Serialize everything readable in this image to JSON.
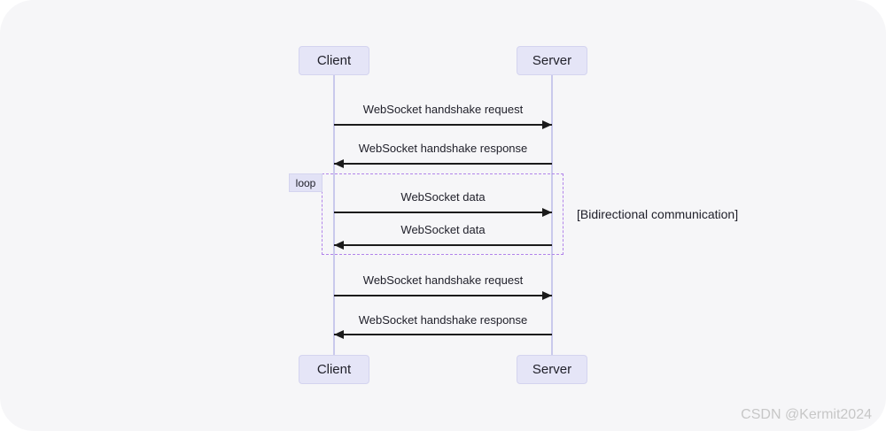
{
  "diagram": {
    "actors": {
      "client": "Client",
      "server": "Server"
    },
    "messages": [
      {
        "label": "WebSocket handshake request",
        "direction": "right"
      },
      {
        "label": "WebSocket handshake response",
        "direction": "left"
      },
      {
        "label": "WebSocket data",
        "direction": "right"
      },
      {
        "label": "WebSocket data",
        "direction": "left"
      },
      {
        "label": "WebSocket handshake request",
        "direction": "right"
      },
      {
        "label": "WebSocket handshake response",
        "direction": "left"
      }
    ],
    "loop": {
      "label": "loop",
      "note": "[Bidirectional communication]"
    },
    "colors": {
      "panel_background": "#f6f6f8",
      "actor_fill": "#e5e5f7",
      "actor_border": "#d4d4ef",
      "lifeline": "#c9c9ec",
      "message_line": "#1b1b1b",
      "loop_border": "#b284ea",
      "text": "#21212b",
      "watermark": "#c7c7c7"
    }
  },
  "watermark": "CSDN @Kermit2024"
}
